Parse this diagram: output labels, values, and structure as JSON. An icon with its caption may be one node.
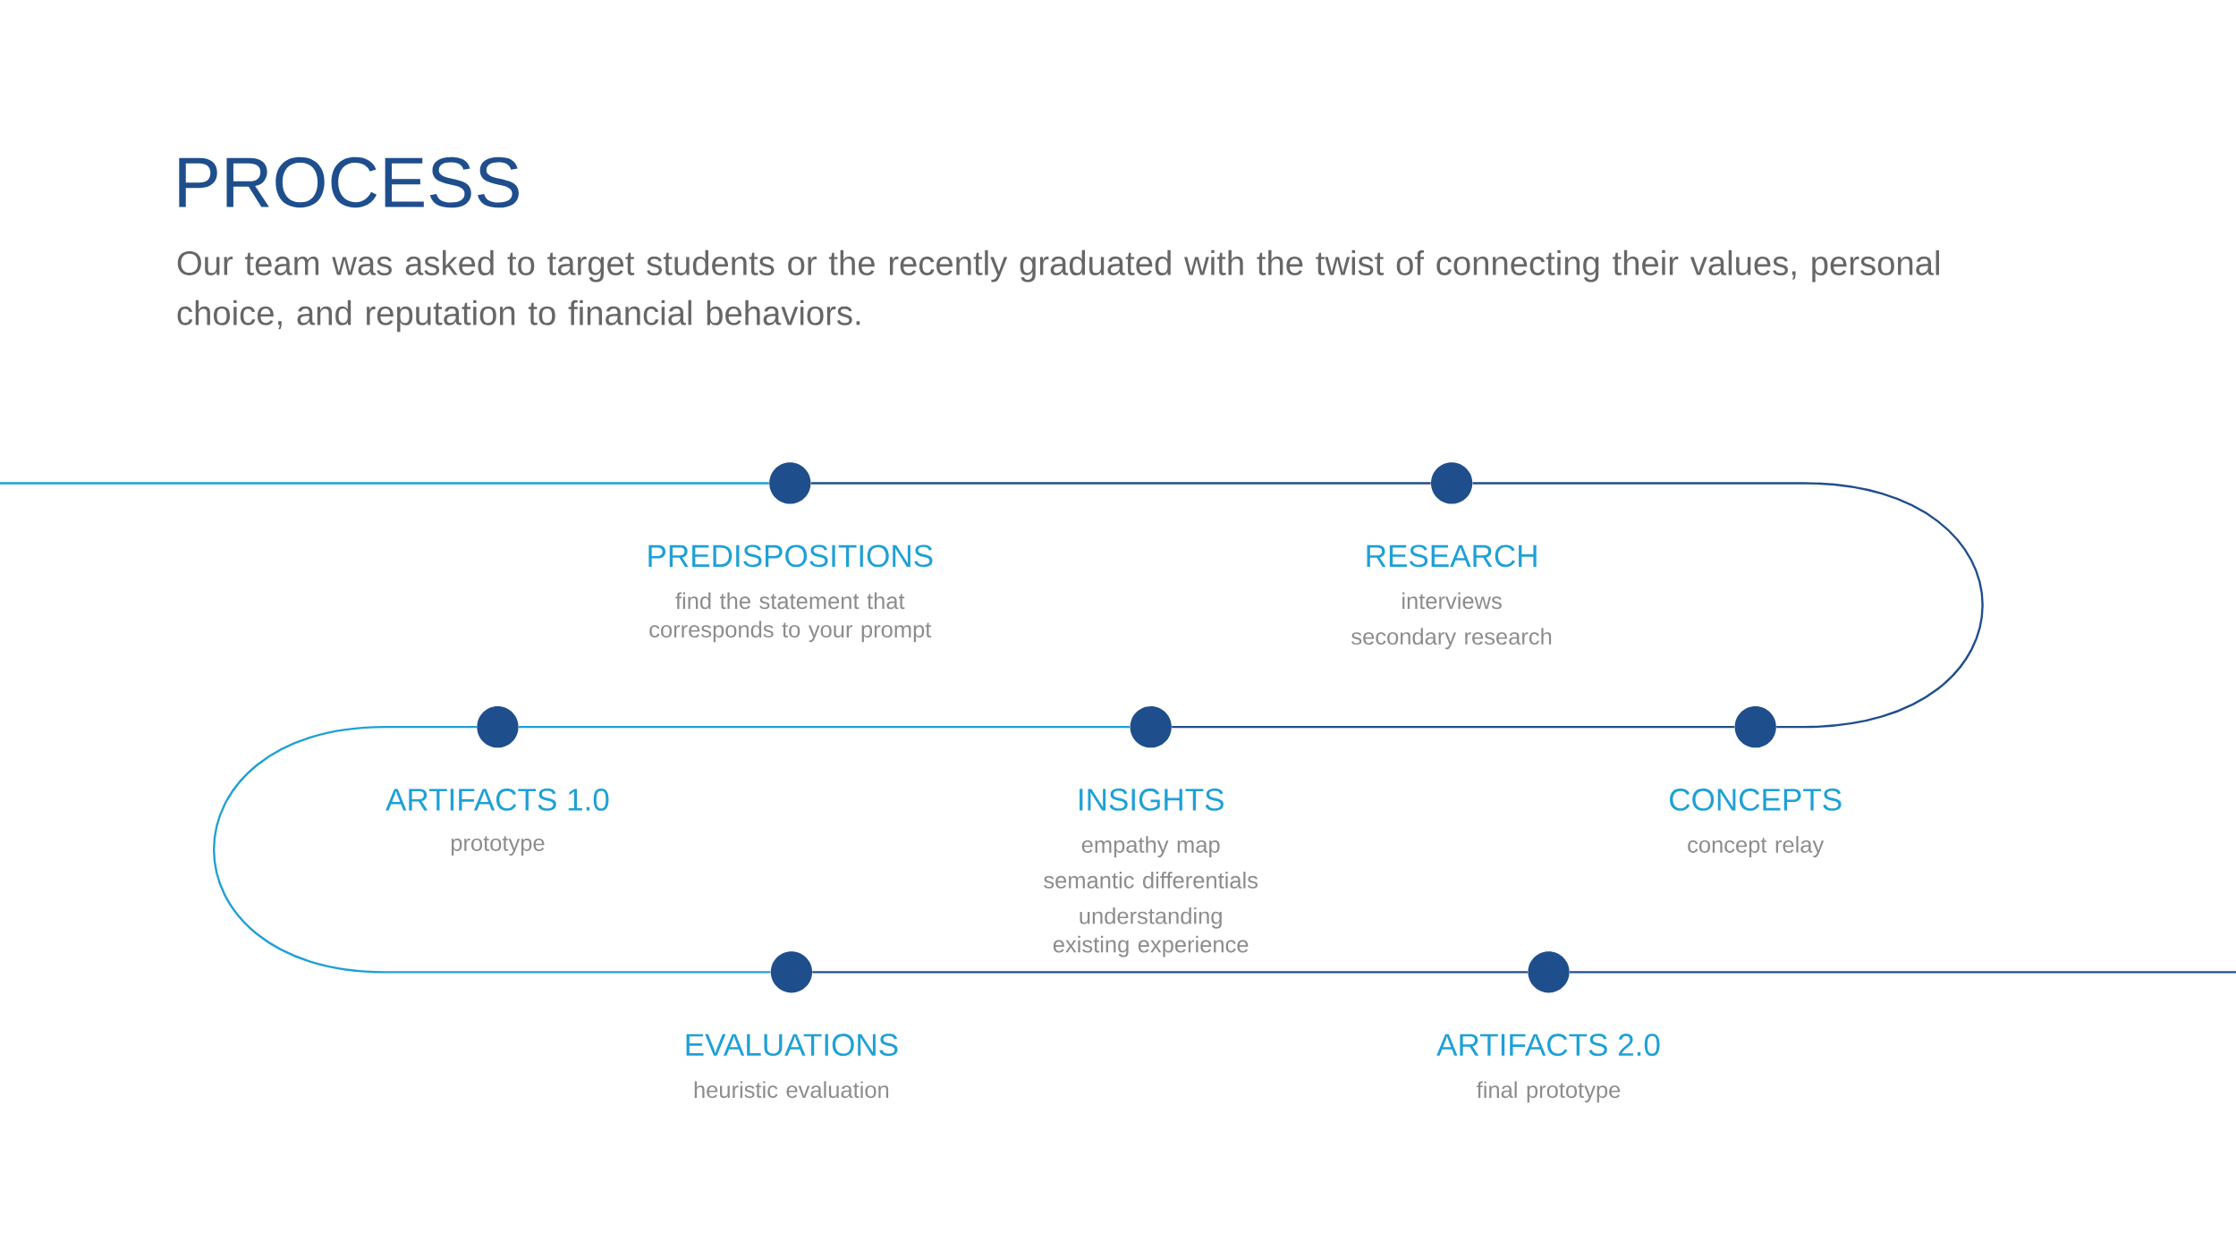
{
  "diagram": {
    "title": "PROCESS",
    "caption": "Our team was asked to target students or the recently graduated with the twist of connecting their values, personal choice, and reputation to financial behaviors.",
    "nodes": [
      {
        "text": [
          "PREDISPOSITIONS",
          "find the statement that corresponds to your prompt"
        ]
      },
      {
        "text": [
          "RESEARCH",
          "interviews",
          "secondary research"
        ]
      },
      {
        "text": [
          "ARTIFACTS 1.0",
          "prototype"
        ]
      },
      {
        "text": [
          "INSIGHTS",
          "empathy map",
          "semantic differentials",
          "understanding existing experience"
        ]
      },
      {
        "text": [
          "CONCEPTS",
          "concept relay"
        ]
      },
      {
        "text": [
          "EVALUATIONS",
          "heuristic evaluation"
        ]
      },
      {
        "text": [
          "ARTIFACTS 2.0",
          "final prototype"
        ]
      }
    ],
    "edges": [
      {
        "from": null,
        "to": 0,
        "arrow": "none",
        "color": "#1ea0d6"
      },
      {
        "from": 0,
        "to": 1,
        "arrow": "none"
      },
      {
        "from": 1,
        "to": 4,
        "arrow": "none"
      },
      {
        "from": 4,
        "to": 3,
        "arrow": "none"
      },
      {
        "from": 3,
        "to": 2,
        "arrow": "none",
        "color": "#1ea0d6"
      },
      {
        "from": 2,
        "to": 5,
        "arrow": "none",
        "color": "#1ea0d6"
      },
      {
        "from": 5,
        "to": 6,
        "arrow": "none"
      },
      {
        "from": 6,
        "to": null,
        "arrow": "none"
      }
    ]
  }
}
